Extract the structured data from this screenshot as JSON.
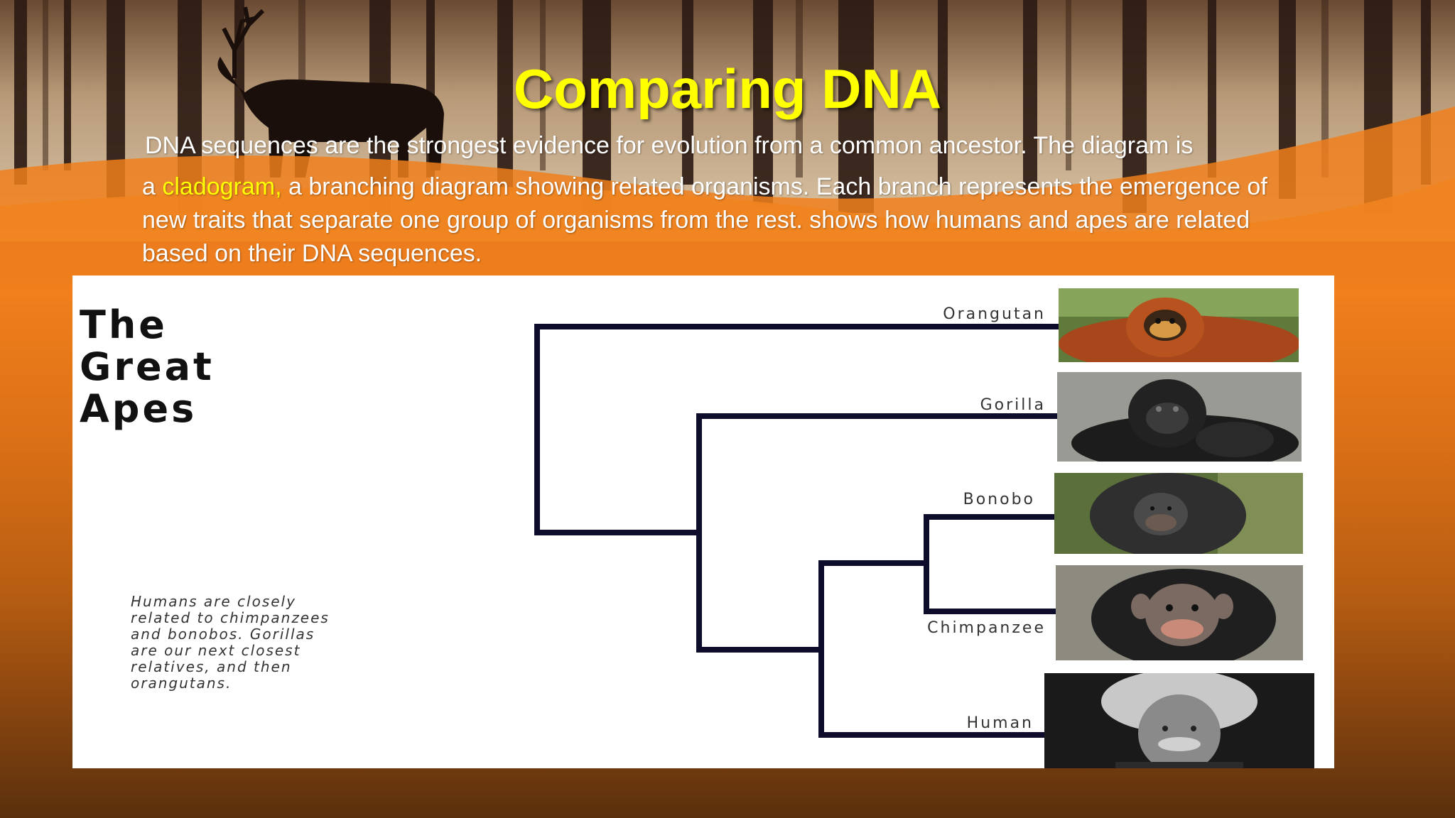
{
  "slide": {
    "title": "Comparing DNA",
    "paragraph": {
      "line1": "DNA sequences are the strongest evidence for evolution from a common ancestor. The diagram is",
      "line2_prefix": "a ",
      "line2_highlight": "cladogram,",
      "line2_suffix": " a branching diagram showing related organisms. Each branch represents the emergence of",
      "line3": "new traits that separate one group of organisms from the rest. shows how humans and apes are related",
      "line4": "based on their DNA sequences."
    },
    "highlight_color": "#ffff00"
  },
  "figure": {
    "heading": [
      "The",
      "Great",
      "Apes"
    ],
    "caption": [
      "Humans are closely",
      "related to chimpanzees",
      "and bonobos. Gorillas",
      "are our next closest",
      "relatives, and then",
      "orangutans."
    ],
    "species": [
      {
        "label": "Orangutan",
        "icon": "orangutan-photo"
      },
      {
        "label": "Gorilla",
        "icon": "gorilla-photo"
      },
      {
        "label": "Bonobo",
        "icon": "bonobo-photo"
      },
      {
        "label": "Chimpanzee",
        "icon": "chimpanzee-photo"
      },
      {
        "label": "Human",
        "icon": "human-photo"
      }
    ]
  }
}
